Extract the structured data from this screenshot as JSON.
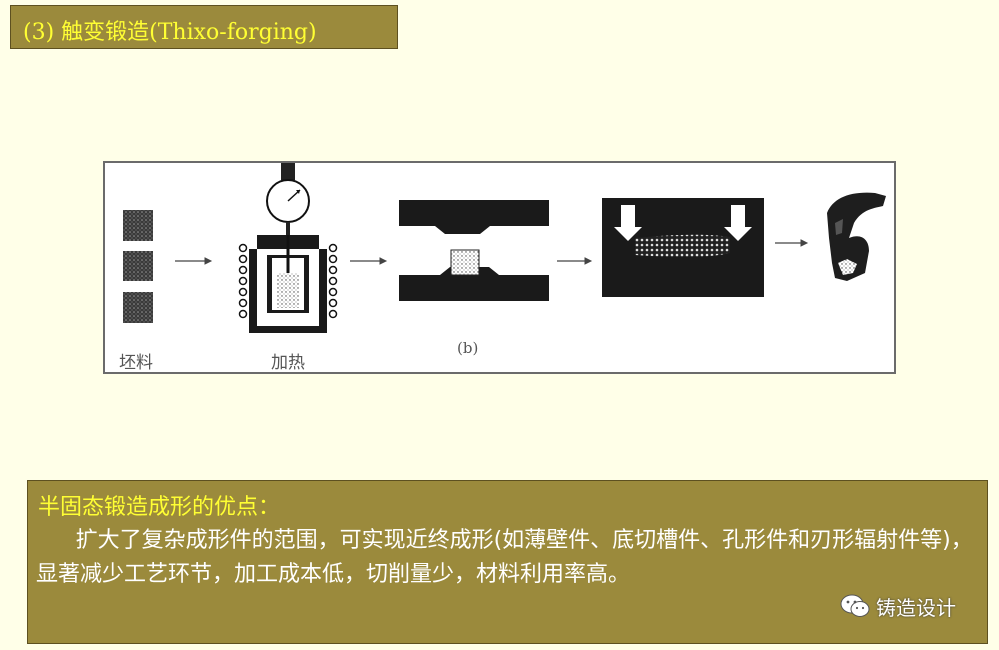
{
  "title": "(3) 触变锻造(Thixo-forging)",
  "figure": {
    "label_billet": "坯料",
    "label_heating": "加热",
    "label_panel": "(b)"
  },
  "advantages": {
    "heading": "半固态锻造成形的优点：",
    "body": "扩大了复杂成形件的范围，可实现近终成形(如薄壁件、底切槽件、孔形件和刃形辐射件等)，显著减少工艺环节，加工成本低，切削量少，材料利用率高。"
  },
  "watermark": {
    "icon": "wechat-icon",
    "text": "铸造设计"
  },
  "colors": {
    "background": "#ffffe8",
    "box_fill": "#9b8a3c",
    "title_text": "#ffff33",
    "body_text": "#ffffff"
  }
}
